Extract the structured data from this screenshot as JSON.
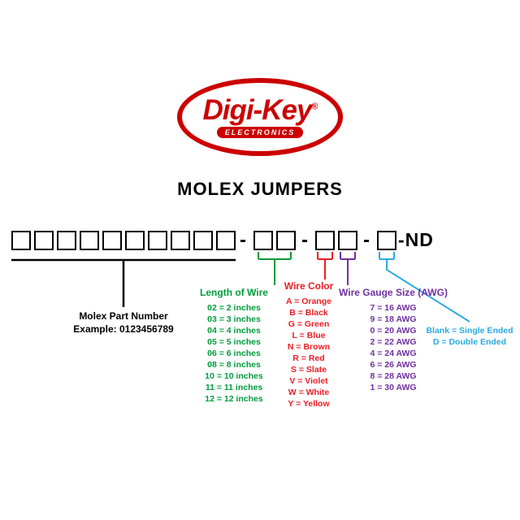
{
  "logo": {
    "brand": "Digi-Key",
    "registered": "®",
    "subtitle": "ELECTRONICS",
    "color": "#cc0000"
  },
  "title": "MOLEX JUMPERS",
  "part_number": {
    "separator": "-",
    "suffix": "-ND",
    "groups": [
      {
        "id": "molex-part-number",
        "boxes": 10
      },
      {
        "id": "length-of-wire",
        "boxes": 2
      },
      {
        "id": "color-and-gauge",
        "boxes": 2
      },
      {
        "id": "single-double-ended",
        "boxes": 1
      }
    ]
  },
  "sections": {
    "molex": {
      "title": "Molex Part Number",
      "example": "Example: 0123456789",
      "color": "#000000"
    },
    "length": {
      "title": "Length of Wire",
      "color": "#009c3c",
      "items": [
        "02 = 2 inches",
        "03 = 3 inches",
        "04 = 4 inches",
        "05 = 5 inches",
        "06 = 6 inches",
        "08 = 8 inches",
        "10 = 10 inches",
        "11 = 11 inches",
        "12 = 12 inches"
      ]
    },
    "wire_color": {
      "title": "Wire Color",
      "color": "#ec1c24",
      "items": [
        "A = Orange",
        "B = Black",
        "G = Green",
        "L = Blue",
        "N = Brown",
        "R = Red",
        "S = Slate",
        "V = Violet",
        "W = White",
        "Y = Yellow"
      ]
    },
    "gauge": {
      "title": "Wire Gauge Size (AWG)",
      "color": "#7030a0",
      "items": [
        "7 = 16 AWG",
        "9 = 18 AWG",
        "0 = 20 AWG",
        "2 = 22 AWG",
        "4 = 24 AWG",
        "6 = 26 AWG",
        "8 = 28 AWG",
        "1 = 30 AWG"
      ]
    },
    "ended": {
      "color": "#2baae2",
      "items": [
        "Blank = Single Ended",
        "D = Double Ended"
      ]
    }
  }
}
